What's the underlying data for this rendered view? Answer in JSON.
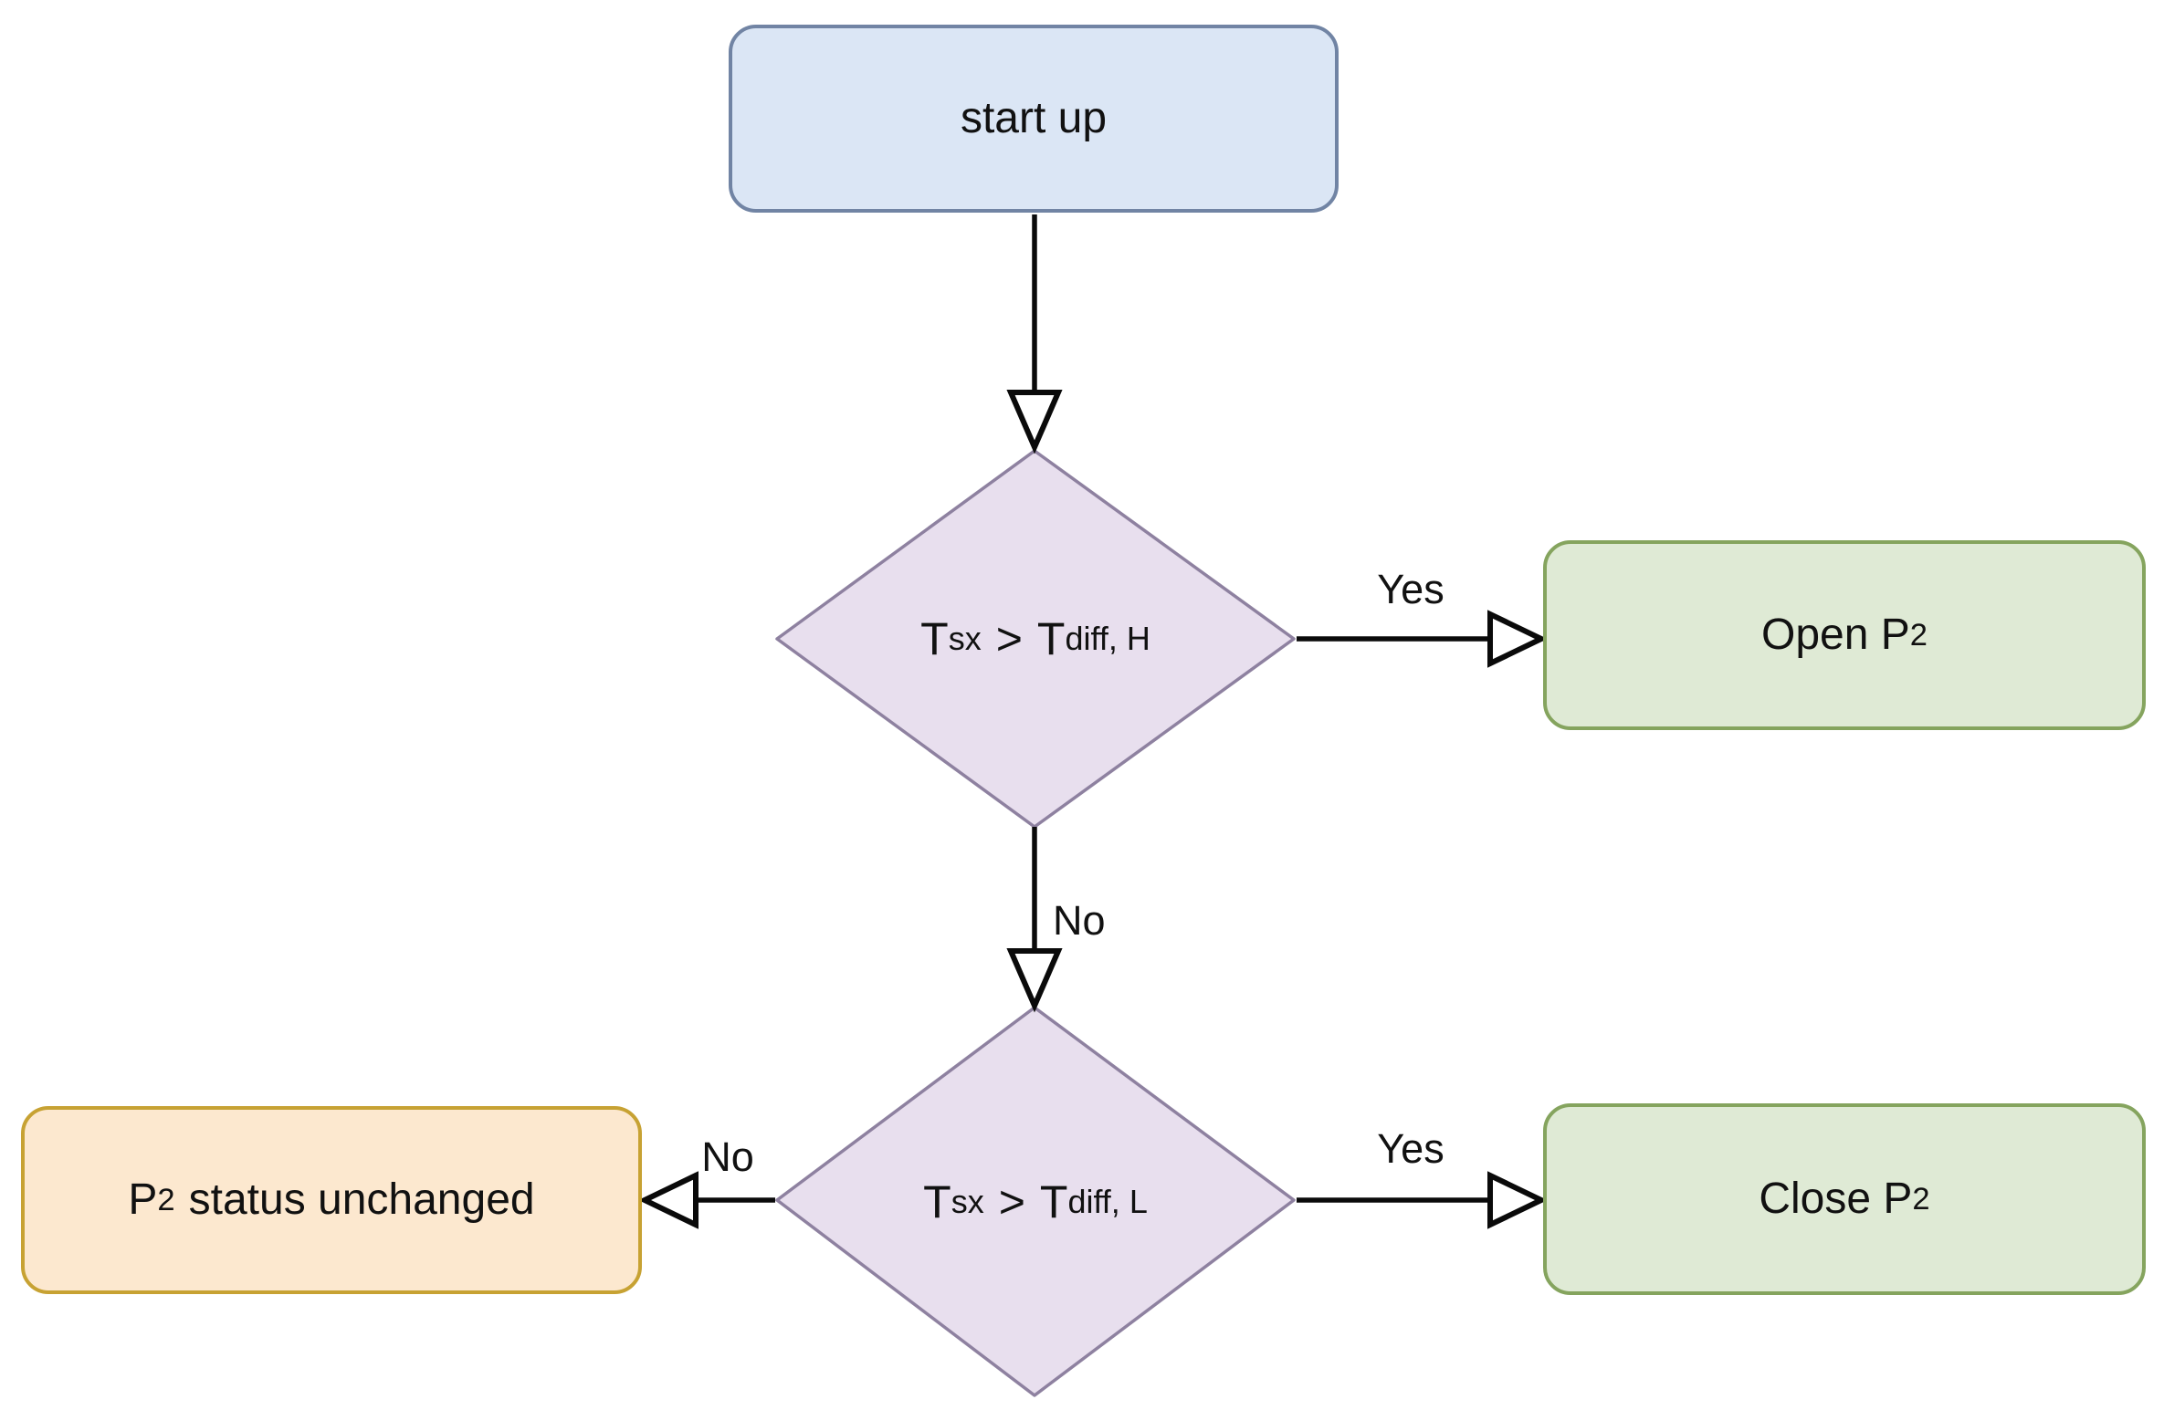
{
  "nodes": {
    "start": {
      "label": "start up"
    },
    "decision_high": {
      "t1": "T",
      "sub1": "sx",
      "op": ">",
      "t2": "T",
      "sub2": "diff, H"
    },
    "open_p2": {
      "text": "Open P",
      "sub": "2"
    },
    "decision_low": {
      "t1": "T",
      "sub1": "sx",
      "op": ">",
      "t2": "T",
      "sub2": "diff, L"
    },
    "close_p2": {
      "text": "Close P",
      "sub": "2"
    },
    "status_unchanged": {
      "p": "P",
      "sub": "2",
      "rest": "status unchanged"
    }
  },
  "edges": {
    "high_yes": {
      "label": "Yes"
    },
    "high_no": {
      "label": "No"
    },
    "low_yes": {
      "label": "Yes"
    },
    "low_no": {
      "label": "No"
    }
  },
  "colors": {
    "start_fill": "#dbe6f5",
    "start_border": "#7184a4",
    "decision_fill": "#e8dfee",
    "decision_border": "#8e81a0",
    "action_fill": "#dfead5",
    "action_border": "#85a45e",
    "status_fill": "#fce8cf",
    "status_border": "#c7a233",
    "arrow": "#0a0a0a",
    "text": "#111111"
  }
}
